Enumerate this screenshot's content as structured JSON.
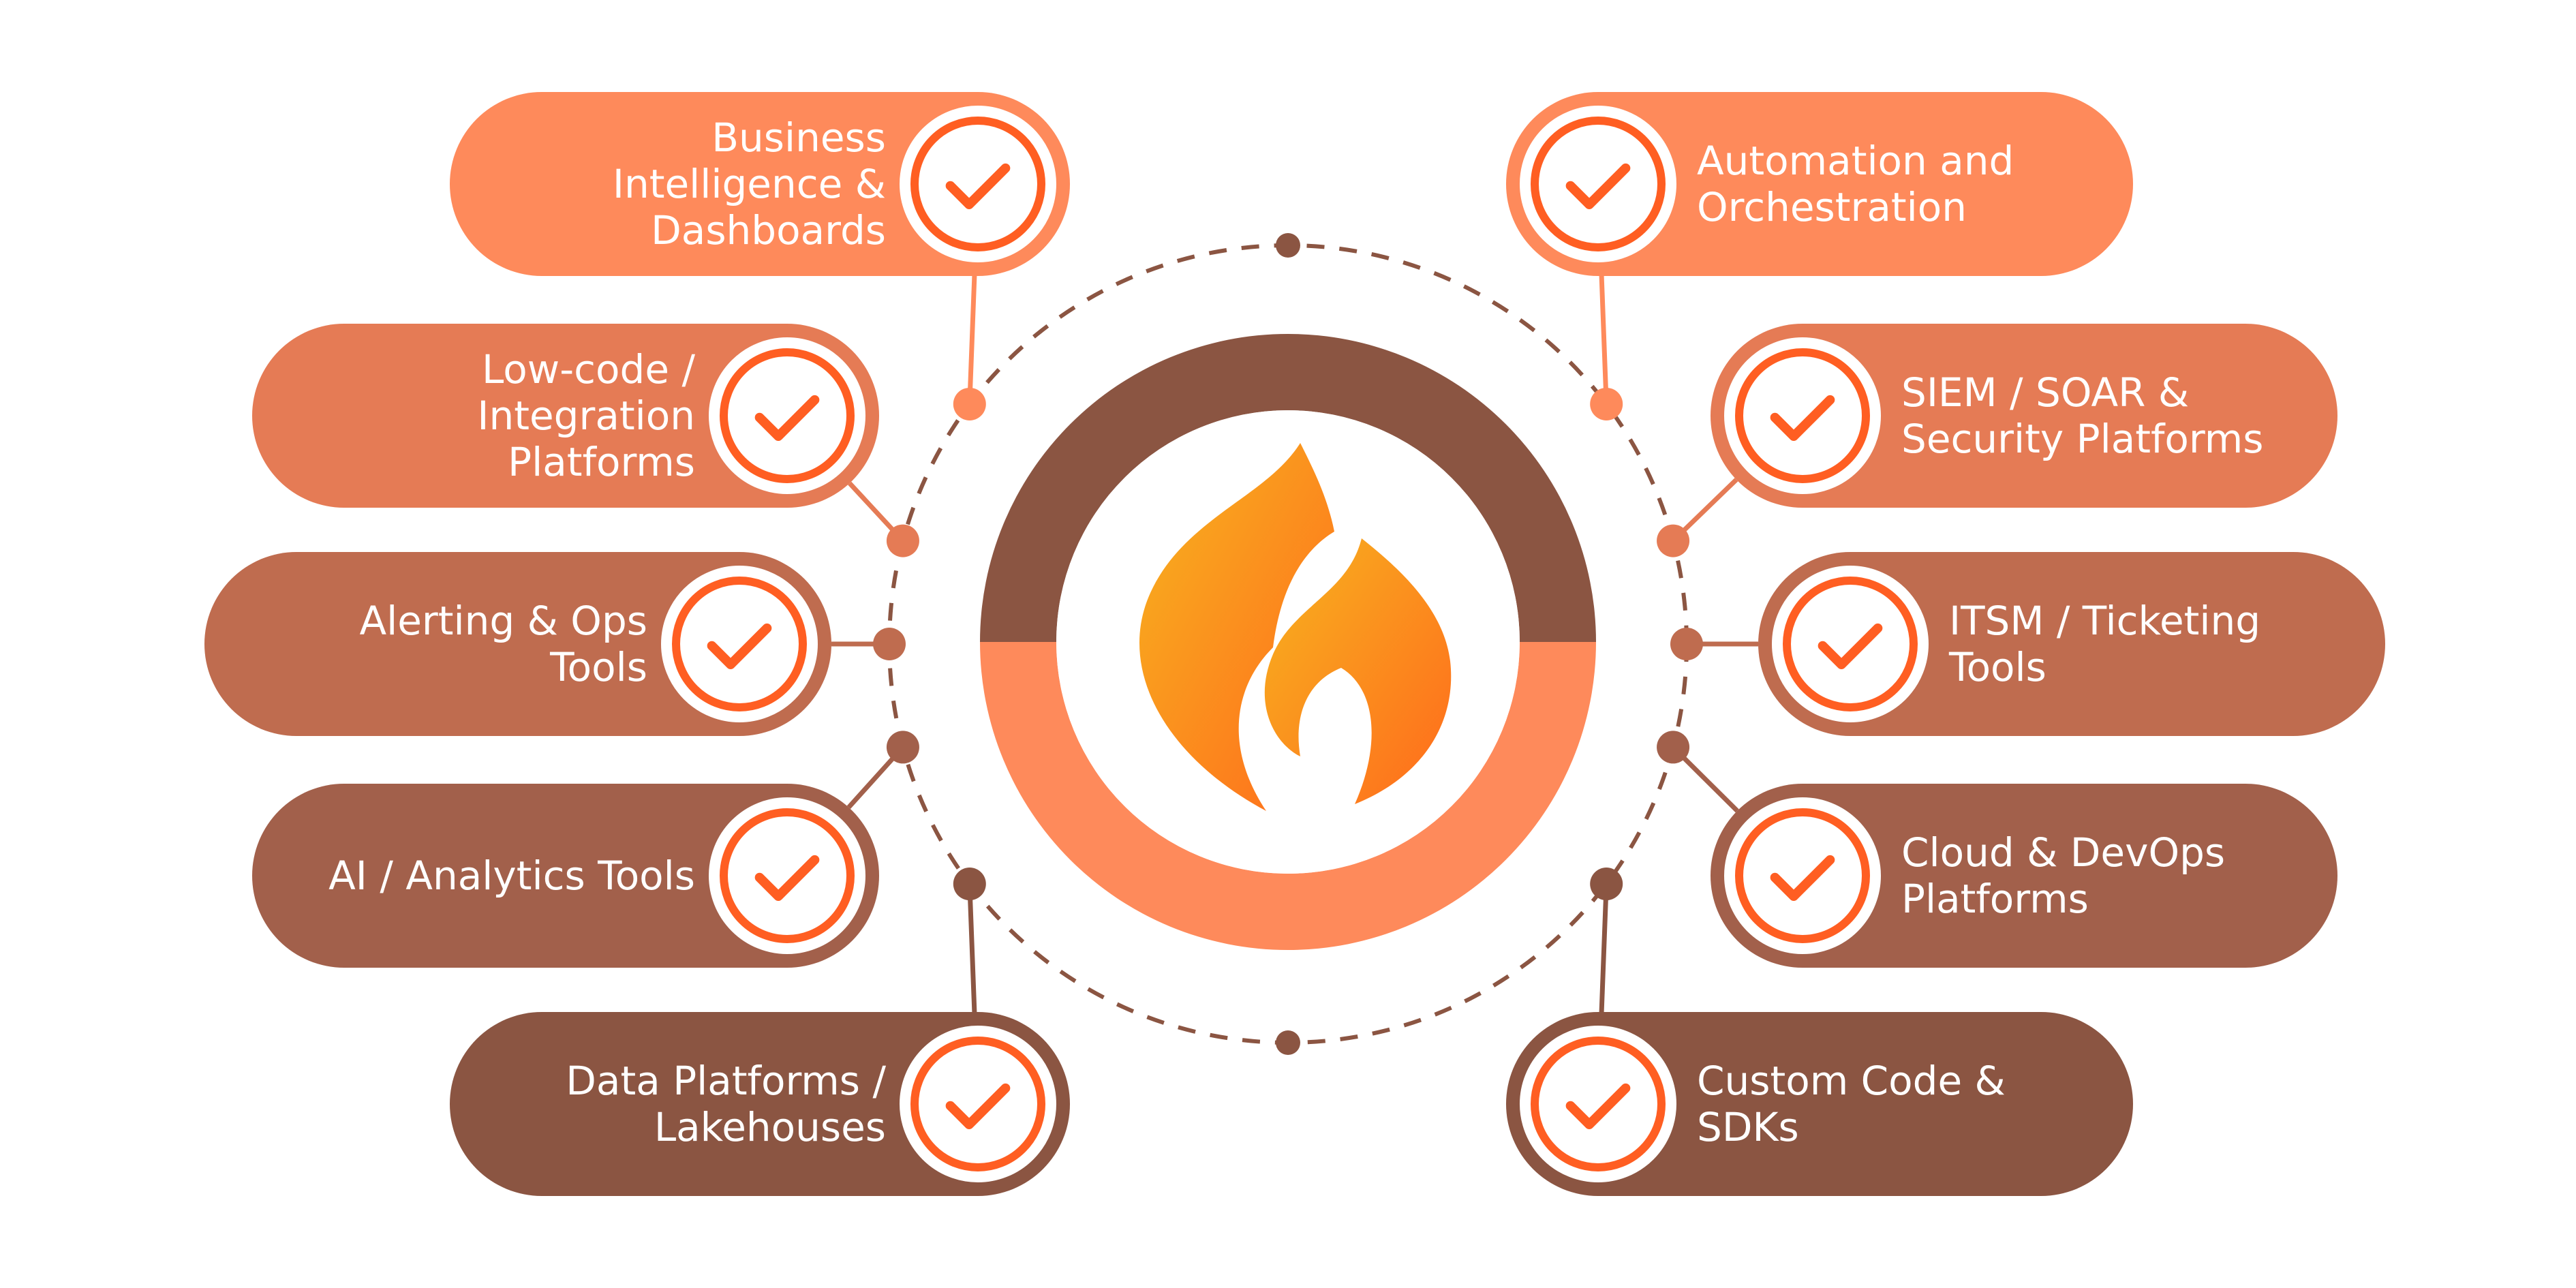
{
  "colors": {
    "accent": "#ff5e22",
    "ring_top": "#8b5542",
    "ring_bottom": "#fe8a5b",
    "dashed_orbit": "#8b5542",
    "flame_yellow": "#f7b41f",
    "flame_orange": "#ff6a1c"
  },
  "icons": {
    "item_marker": "check-icon",
    "center": "flame-logo-icon"
  },
  "center_logo": {
    "name": "flame-logo-icon"
  },
  "left_items": [
    {
      "id": "bi",
      "lines": [
        "Business",
        "Intelligence &",
        "Dashboards"
      ],
      "color": "#fe8a5b"
    },
    {
      "id": "lowcode",
      "lines": [
        "Low-code /",
        "Integration",
        "Platforms"
      ],
      "color": "#e57b55"
    },
    {
      "id": "alerting",
      "lines": [
        "Alerting & Ops",
        "Tools"
      ],
      "color": "#bf6c4f"
    },
    {
      "id": "ai",
      "lines": [
        "AI / Analytics Tools"
      ],
      "color": "#a2604b"
    },
    {
      "id": "data",
      "lines": [
        "Data Platforms /",
        "Lakehouses"
      ],
      "color": "#8b5542"
    }
  ],
  "right_items": [
    {
      "id": "automation",
      "lines": [
        "Automation and",
        "Orchestration"
      ],
      "color": "#fe8a5b"
    },
    {
      "id": "siem",
      "lines": [
        "SIEM / SOAR &",
        "Security Platforms"
      ],
      "color": "#e57b55"
    },
    {
      "id": "itsm",
      "lines": [
        "ITSM / Ticketing",
        "Tools"
      ],
      "color": "#bf6c4f"
    },
    {
      "id": "cloud",
      "lines": [
        "Cloud & DevOps",
        "Platforms"
      ],
      "color": "#a2604b"
    },
    {
      "id": "custom",
      "lines": [
        "Custom Code &",
        "SDKs"
      ],
      "color": "#8b5542"
    }
  ]
}
